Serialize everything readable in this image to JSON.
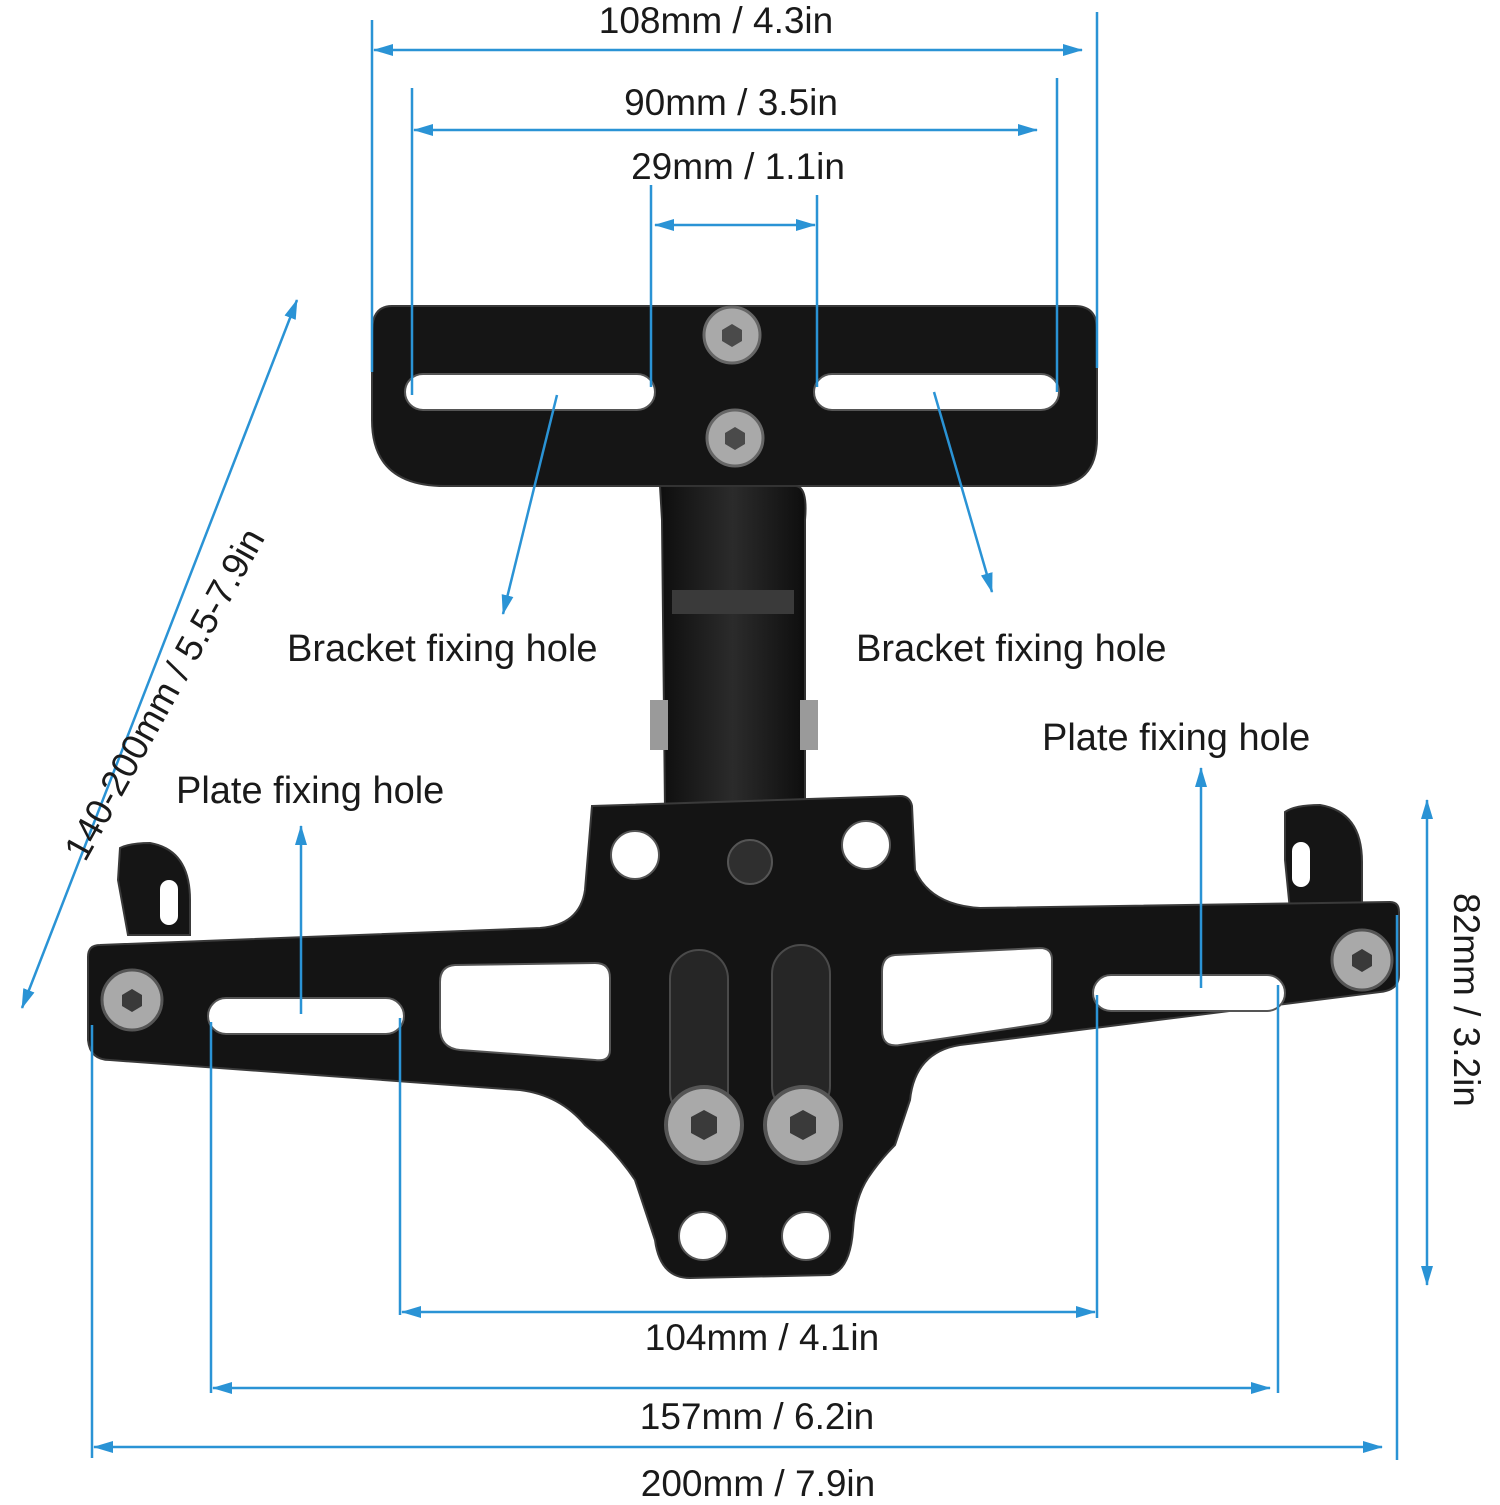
{
  "colors": {
    "dimension_line": "#2a93d5",
    "bracket": "#141414",
    "bracket_edge": "#3a3a3a",
    "bolt": "#a8a8a8",
    "text": "#1a1a1a",
    "background": "#ffffff"
  },
  "dimensions": {
    "top_outer": "108mm / 4.3in",
    "top_inner": "90mm / 3.5in",
    "top_center": "29mm / 1.1in",
    "height_range": "140-200mm / 5.5-7.9in",
    "plate_height": "82mm / 3.2in",
    "bottom_inner": "104mm / 4.1in",
    "bottom_middle": "157mm / 6.2in",
    "bottom_outer": "200mm / 7.9in"
  },
  "callouts": {
    "bracket_left": "Bracket fixing hole",
    "bracket_right": "Bracket fixing hole",
    "plate_left": "Plate fixing hole",
    "plate_right": "Plate fixing hole"
  }
}
